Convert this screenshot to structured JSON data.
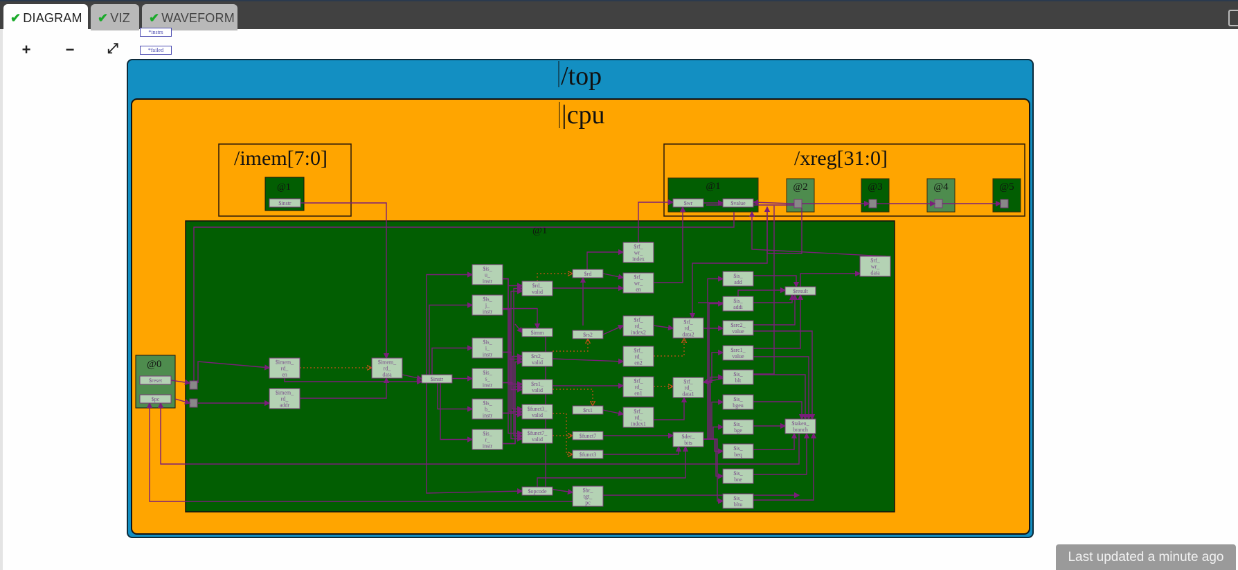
{
  "tabs": [
    {
      "label": "DIAGRAM",
      "status": "ok",
      "active": true
    },
    {
      "label": "VIZ",
      "status": "ok",
      "active": false
    },
    {
      "label": "WAVEFORM",
      "status": "ok",
      "active": false
    }
  ],
  "controls": {
    "zoom_in": "+",
    "zoom_out": "−",
    "fit": "⤢"
  },
  "legend": {
    "instrs": "*instrs",
    "failed": "*failed"
  },
  "diagram": {
    "top_label": "/top",
    "cpu_label": "|cpu",
    "imem_label": "/imem[7:0]",
    "xreg_label": "/xreg[31:0]",
    "imem_stage": "@1",
    "main_stage": "@1",
    "reset_stage": "@0",
    "xreg_stages": [
      "@1",
      "@2",
      "@3",
      "@4",
      "@5"
    ],
    "colors": {
      "top": "#138fc2",
      "cpu": "#ffa500",
      "stage_dark": "#025e02",
      "stage_light": "#4e8c4e",
      "node_fill": "#b4d2b4",
      "node_border": "#7a3a7a",
      "wire": "#7b1e7b",
      "dotted": "#d0501a",
      "flop": "#888888"
    },
    "nodes": {
      "imem_instr": "$instr",
      "xreg_wr": "$wr",
      "xreg_value": "$value",
      "reset": "$reset",
      "pc": "$pc",
      "imem_rd_en": "$imem_\nrd_\nen",
      "imem_rd_addr": "$imem_\nrd_\naddr",
      "imem_rd_data": "$imem_\nrd_\ndata",
      "instr": "$instr",
      "is_u_instr": "$is_\nu_\ninstr",
      "is_j_instr": "$is_\nj_\ninstr",
      "is_i_instr": "$is_\ni_\ninstr",
      "is_s_instr": "$is_\ns_\ninstr",
      "is_b_instr": "$is_\nb_\ninstr",
      "is_r_instr": "$is_\nr_\ninstr",
      "rd_valid": "$rd_\nvalid",
      "imm": "$imm",
      "rs2_valid": "$rs2_\nvalid",
      "rs1_valid": "$rs1_\nvalid",
      "funct3_valid": "$funct3_\nvalid",
      "funct7_valid": "$funct7_\nvalid",
      "opcode": "$opcode",
      "rd": "$rd",
      "rs2": "$rs2",
      "rs1": "$rs1",
      "funct7": "$funct7",
      "funct3": "$funct3",
      "br_tgt_pc": "$br_\ntgt_\npc",
      "rf_wr_index": "$rf_\nwr_\nindex",
      "rf_wr_en": "$rf_\nwr_\nen",
      "rf_rd_index2": "$rf_\nrd_\nindex2",
      "rf_rd_en2": "$rf_\nrd_\nen2",
      "rf_rd_en1": "$rf_\nrd_\nen1",
      "rf_rd_index1": "$rf_\nrd_\nindex1",
      "rf_rd_data2": "$rf_\nrd_\ndata2",
      "rf_rd_data1": "$rf_\nrd_\ndata1",
      "dec_bits": "$dec_\nbits",
      "is_add": "$is_\nadd",
      "is_addi": "$is_\naddi",
      "src2_value": "$src2_\nvalue",
      "src1_value": "$src1_\nvalue",
      "is_blt": "$is_\nblt",
      "is_bgeu": "$is_\nbgeu",
      "is_bge": "$is_\nbge",
      "is_beq": "$is_\nbeq",
      "is_bne": "$is_\nbne",
      "is_bltu": "$is_\nbltu",
      "result": "$result",
      "taken_branch": "$taken_\nbranch",
      "rf_wr_data": "$rf_\nwr_\ndata"
    }
  },
  "status_badge": "Last updated a minute ago"
}
